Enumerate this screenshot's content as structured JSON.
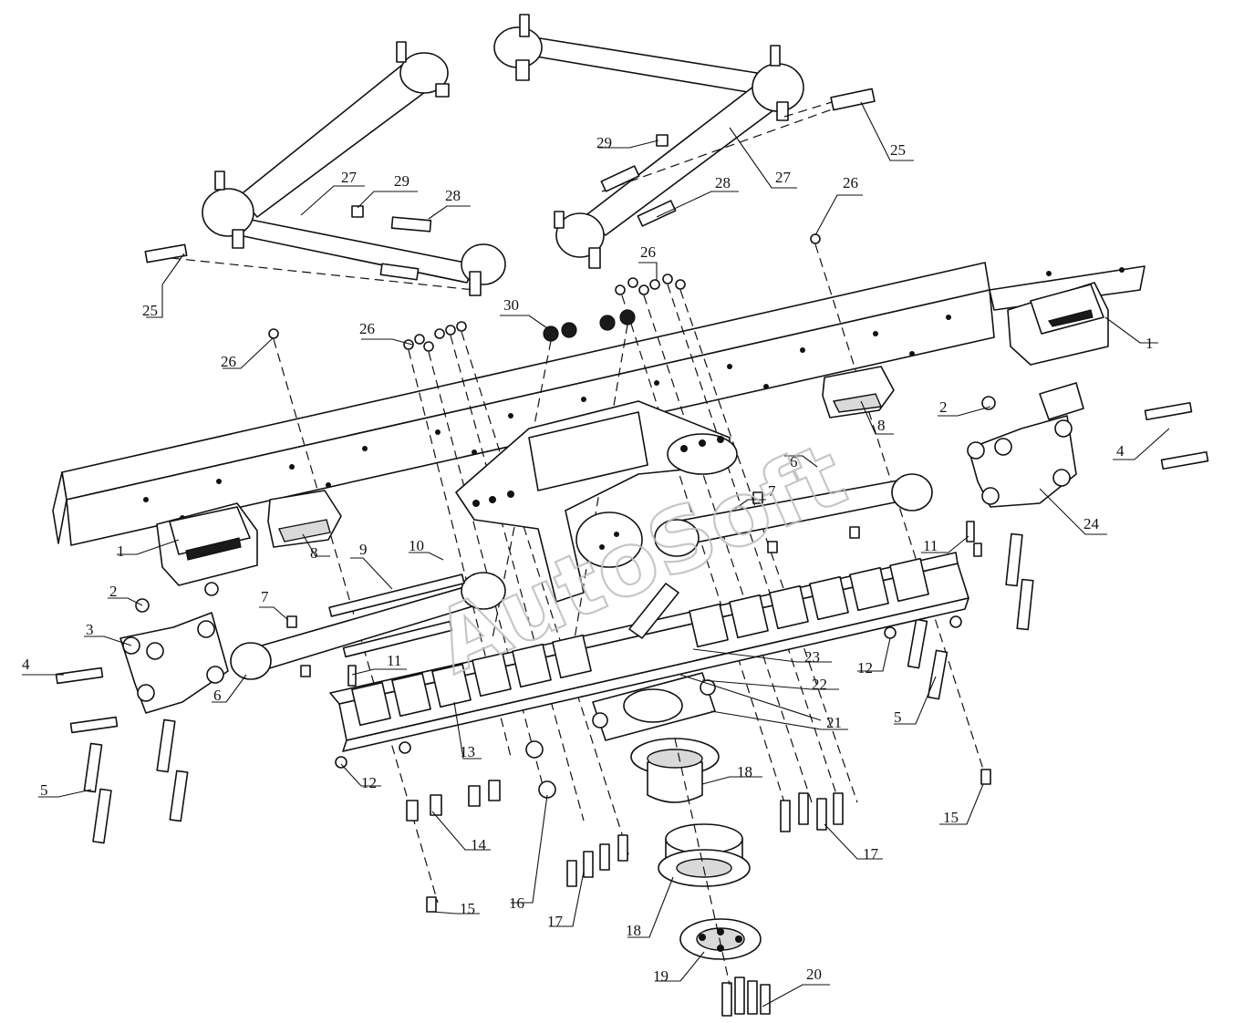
{
  "watermark": "AutoSoft",
  "callouts": {
    "c1a": "1",
    "c1b": "1",
    "c2a": "2",
    "c2b": "2",
    "c3": "3",
    "c4a": "4",
    "c4b": "4",
    "c5a": "5",
    "c5b": "5",
    "c6a": "6",
    "c6b": "6",
    "c7a": "7",
    "c7b": "7",
    "c8a": "8",
    "c8b": "8",
    "c9": "9",
    "c10": "10",
    "c11a": "11",
    "c11b": "11",
    "c12a": "12",
    "c12b": "12",
    "c13": "13",
    "c14": "14",
    "c15a": "15",
    "c15b": "15",
    "c16": "16",
    "c17a": "17",
    "c17b": "17",
    "c18a": "18",
    "c18b": "18",
    "c19": "19",
    "c20": "20",
    "c21": "21",
    "c22": "22",
    "c23": "23",
    "c24": "24",
    "c25a": "25",
    "c25b": "25",
    "c26a": "26",
    "c26b": "26",
    "c26c": "26",
    "c26d": "26",
    "c27a": "27",
    "c27b": "27",
    "c28a": "28",
    "c28b": "28",
    "c29a": "29",
    "c29b": "29",
    "c30": "30"
  },
  "colors": {
    "line": "#111111",
    "paper": "#ffffff",
    "watermark": "#bdbdbd"
  }
}
